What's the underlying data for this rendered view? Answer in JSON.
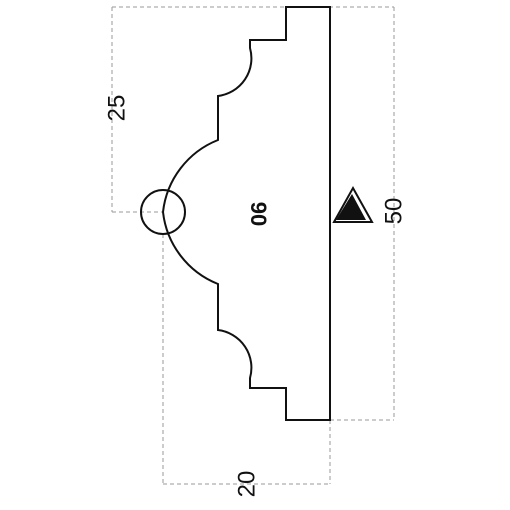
{
  "dimensions": {
    "top_offset": "25",
    "overall_height": "50",
    "depth": "20"
  },
  "profile": {
    "center_value": "90"
  },
  "colors": {
    "line": "#111111",
    "dimension": "#9a9a9a",
    "background": "#ffffff"
  },
  "icons": {
    "reference_marker": "triangle-marker-icon",
    "alignment_marker": "circle-marker-icon"
  }
}
